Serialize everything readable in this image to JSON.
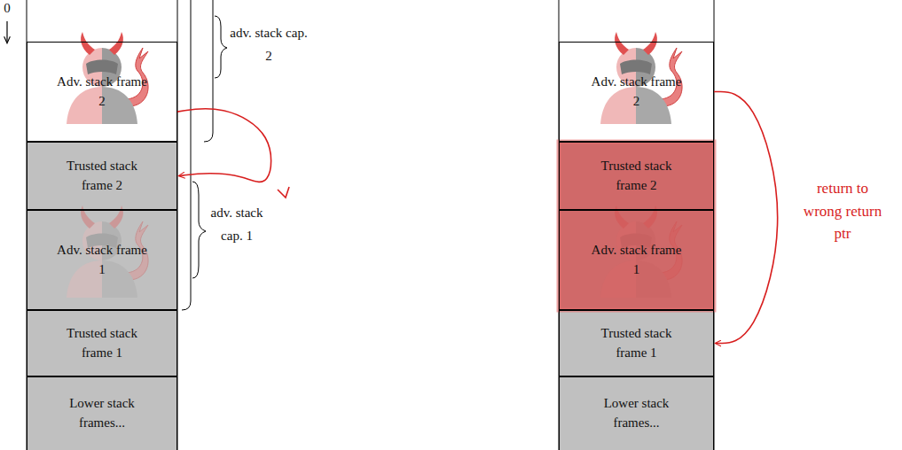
{
  "diagram": {
    "nodes": [
      {
        "text": [
          "Adv. stack frame 2"
        ]
      },
      {
        "text": [
          "Trusted stack frame 2"
        ]
      },
      {
        "text": [
          "Adv. stack frame 1"
        ]
      },
      {
        "text": [
          "Trusted stack frame 1"
        ]
      },
      {
        "text": [
          "Lower stack frames..."
        ]
      },
      {
        "text": [
          "Adv. stack frame 2"
        ]
      },
      {
        "text": [
          "Trusted stack frame 2"
        ]
      },
      {
        "text": [
          "Adv. stack frame 1"
        ]
      },
      {
        "text": [
          "Trusted stack frame 1"
        ]
      },
      {
        "text": [
          "Lower stack frames..."
        ]
      }
    ],
    "edges": [
      {
        "from": 0,
        "to": 1,
        "arrow": "to"
      },
      {
        "from": 5,
        "to": 8,
        "label": "return to wrong return ptr",
        "arrow": "to"
      }
    ],
    "labels": [
      "0",
      "adv. stack cap. 2",
      "adv. stack cap. 1"
    ]
  }
}
